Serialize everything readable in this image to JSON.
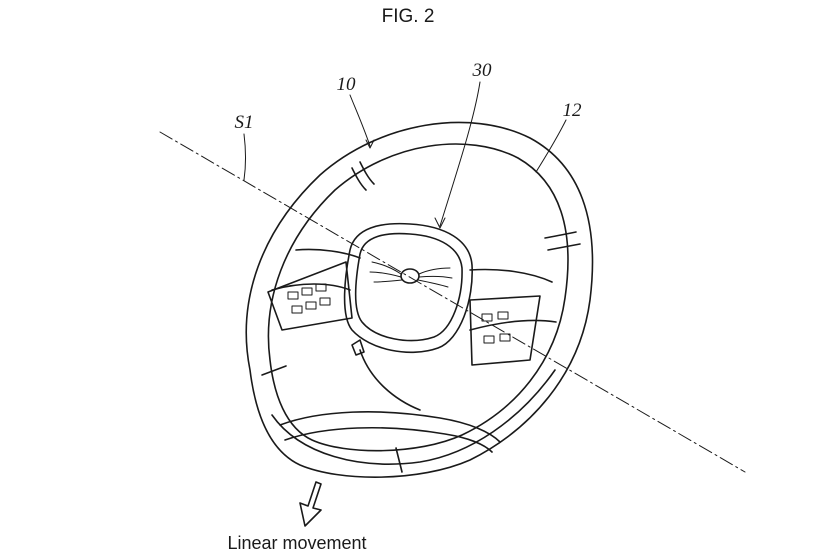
{
  "figure": {
    "title": "FIG. 2",
    "caption": "Linear movement",
    "refs": {
      "rim": "10",
      "airbag": "30",
      "grip": "12",
      "axis": "S1"
    }
  }
}
